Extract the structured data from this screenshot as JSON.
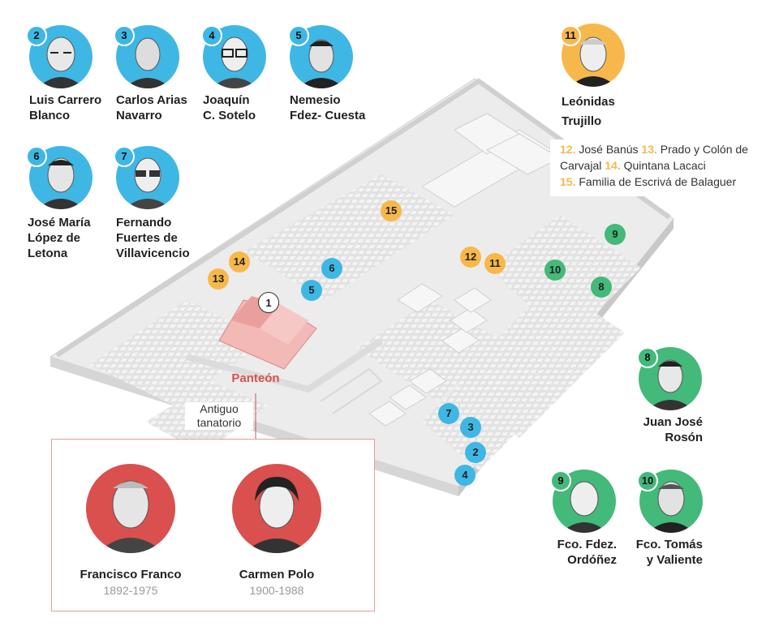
{
  "people": [
    {
      "num": "2",
      "color": "blue",
      "line1": "Luis Carrero",
      "line2": "Blanco",
      "line3": ""
    },
    {
      "num": "3",
      "color": "blue",
      "line1": "Carlos Arias",
      "line2": "Navarro",
      "line3": ""
    },
    {
      "num": "4",
      "color": "blue",
      "line1": "Joaquín",
      "line2": "C. Sotelo",
      "line3": ""
    },
    {
      "num": "5",
      "color": "blue",
      "line1": "Nemesio",
      "line2": "Fdez- Cuesta",
      "line3": ""
    },
    {
      "num": "6",
      "color": "blue",
      "line1": "José María",
      "line2": "López de",
      "line3": "Letona"
    },
    {
      "num": "7",
      "color": "blue",
      "line1": "Fernando",
      "line2": "Fuertes de",
      "line3": "Villavicencio"
    },
    {
      "num": "11",
      "color": "yellow",
      "line1": "Leónidas",
      "line2": "Trujillo",
      "line3": ""
    },
    {
      "num": "8",
      "color": "green",
      "line1": "Juan José",
      "line2": "Rosón",
      "line3": ""
    },
    {
      "num": "9",
      "color": "green",
      "line1": "Fco. Fdez.",
      "line2": "Ordóñez",
      "line3": ""
    },
    {
      "num": "10",
      "color": "green",
      "line1": "Fco. Tomás",
      "line2": "y Valiente",
      "line3": ""
    }
  ],
  "legend": {
    "n12": "12.",
    "t12": " José Banús ",
    "n13": "13.",
    "t13": " Prado y Colón de Carvajal ",
    "n14": "14.",
    "t14": " Quintana Lacaci ",
    "n15": "15.",
    "t15": " Familia de Escrivá de Balaguer"
  },
  "callout": {
    "franco": {
      "name": "Francisco Franco",
      "dates": "1892-1975"
    },
    "polo": {
      "name": "Carmen Polo",
      "dates": "1900-1988"
    }
  },
  "map": {
    "panteon_label": "Panteón",
    "tanatorio_label_1": "Antiguo",
    "tanatorio_label_2": "tanatorio",
    "markers": [
      {
        "num": "1",
        "color": "white"
      },
      {
        "num": "2",
        "color": "blue"
      },
      {
        "num": "3",
        "color": "blue"
      },
      {
        "num": "4",
        "color": "blue"
      },
      {
        "num": "5",
        "color": "blue"
      },
      {
        "num": "6",
        "color": "blue"
      },
      {
        "num": "7",
        "color": "blue"
      },
      {
        "num": "8",
        "color": "green"
      },
      {
        "num": "9",
        "color": "green"
      },
      {
        "num": "10",
        "color": "green"
      },
      {
        "num": "11",
        "color": "yellow"
      },
      {
        "num": "12",
        "color": "yellow"
      },
      {
        "num": "13",
        "color": "yellow"
      },
      {
        "num": "14",
        "color": "yellow"
      },
      {
        "num": "15",
        "color": "yellow"
      }
    ]
  },
  "colors": {
    "blue": "#3fb7e4",
    "green": "#43b97a",
    "yellow": "#f7b84b",
    "red": "#d9504f"
  }
}
